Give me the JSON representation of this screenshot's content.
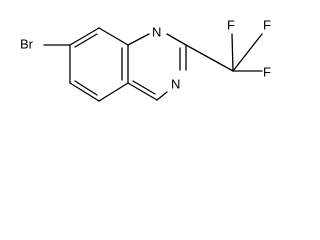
{
  "molecule": {
    "atoms": {
      "br": "Br",
      "n1": "N",
      "n3": "N",
      "f_top_left": "F",
      "f_top_right": "F",
      "f_right": "F"
    }
  },
  "colors": {
    "bond": "#000000",
    "label": "#000000",
    "background": "#ffffff"
  }
}
